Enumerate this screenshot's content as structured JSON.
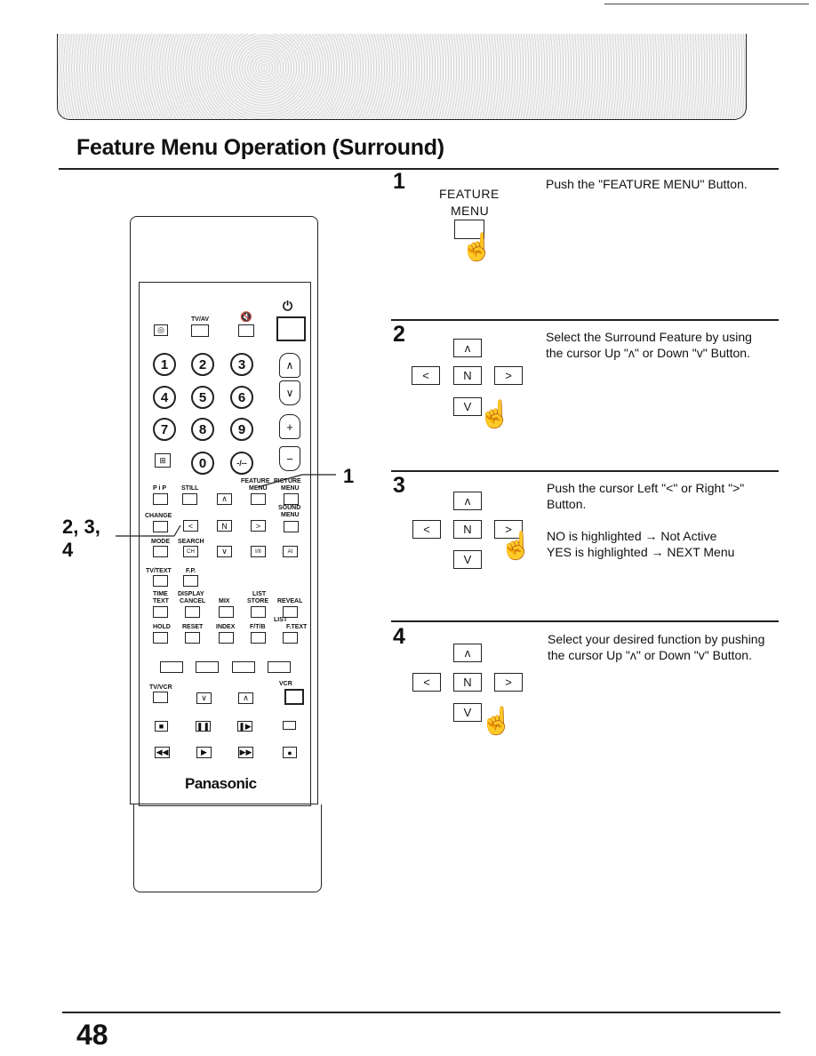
{
  "page": {
    "title": "Feature Menu Operation (Surround)",
    "page_number": "48"
  },
  "steps": [
    {
      "number": "1",
      "text": "Push the \"FEATURE MENU\" Button."
    },
    {
      "number": "2",
      "text": "Select the Surround Feature by using the cursor Up \"ʌ\" or Down \"v\" Button."
    },
    {
      "number": "3",
      "text": "Push the cursor Left \"<\" or Right \">\" Button.",
      "note1": "NO is highlighted → Not Active",
      "note2": "YES is highlighted → NEXT Menu"
    },
    {
      "number": "4",
      "text": "Select your desired function by pushing the cursor Up \"ʌ\" or Down \"v\" Button."
    }
  ],
  "diagram": {
    "feature_label_1": "FEATURE",
    "feature_label_2": "MENU",
    "up": "ʌ",
    "down": "V",
    "left": "<",
    "right": ">",
    "center": "N"
  },
  "remote": {
    "brand": "Panasonic",
    "callout_1": "1",
    "callout_234_line1": "2, 3,",
    "callout_234_line2": "4",
    "labels": {
      "tvav": "TV/AV",
      "pip": "P i P",
      "still": "STILL",
      "change": "CHANGE",
      "mode": "MODE",
      "search": "SEARCH",
      "feature": "FEATURE",
      "picture": "PICTURE",
      "menu": "MENU",
      "sound": "SOUND",
      "ch": "CH",
      "tvtext": "TV/TEXT",
      "fp": "F.P.",
      "time": "TIME",
      "display": "DISPLAY",
      "list": "LIST",
      "text": "TEXT",
      "cancel": "CANCEL",
      "mix": "MIX",
      "store": "STORE",
      "reveal": "REVEAL",
      "hold": "HOLD",
      "reset": "RESET",
      "index": "INDEX",
      "ftb": "F/T/B",
      "ftext": "F.TEXT",
      "tvvcr": "TV/VCR",
      "vcr": "VCR"
    },
    "numbers": [
      "1",
      "2",
      "3",
      "4",
      "5",
      "6",
      "7",
      "8",
      "9",
      "0"
    ]
  },
  "icons": [
    "power-icon",
    "mute-icon",
    "hand-pointer-icon",
    "play-icon",
    "pause-icon",
    "record-icon",
    "rewind-icon",
    "fast-forward-icon"
  ]
}
